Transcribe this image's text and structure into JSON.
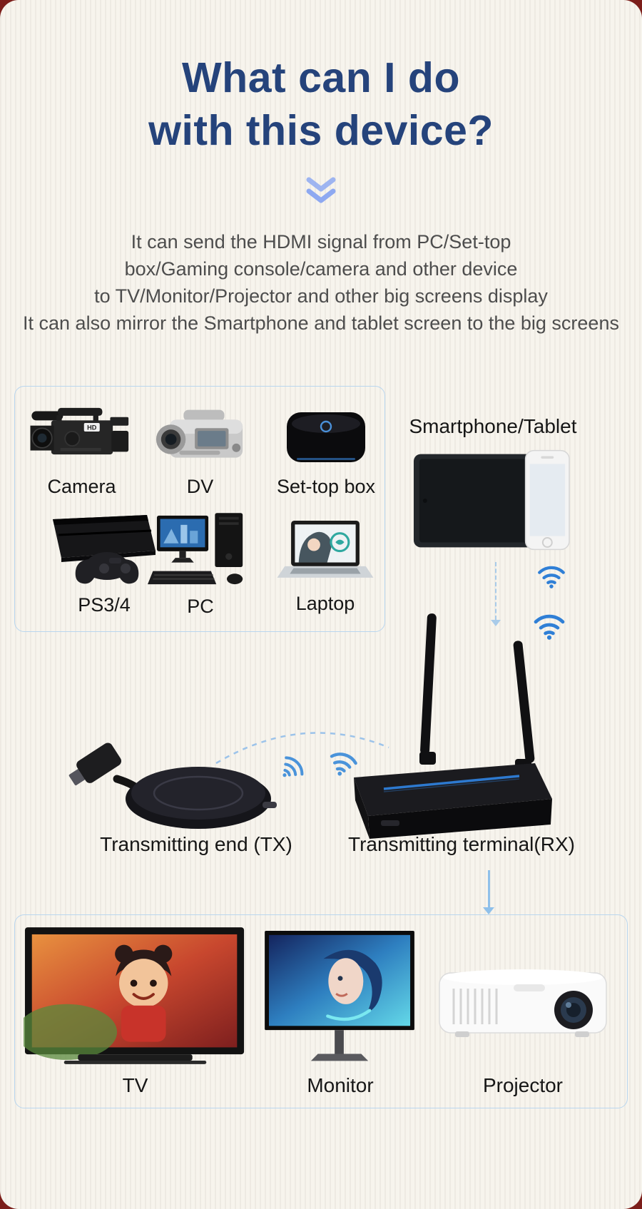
{
  "title": {
    "line1": "What can I do",
    "line2": "with this device?"
  },
  "description": {
    "lines": [
      "It can send the HDMI signal from PC/Set-top",
      "box/Gaming console/camera and other device",
      "to TV/Monitor/Projector and other big screens display",
      "It can also mirror the Smartphone and tablet screen to the big screens"
    ]
  },
  "sources": {
    "items": [
      {
        "label": "Camera",
        "badge": "HD"
      },
      {
        "label": "DV"
      },
      {
        "label": "Set-top box"
      },
      {
        "label": "PS3/4"
      },
      {
        "label": "PC"
      },
      {
        "label": "Laptop"
      }
    ]
  },
  "mobile": {
    "label": "Smartphone/Tablet"
  },
  "transmitters": {
    "tx_label": "Transmitting end (TX)",
    "rx_label": "Transmitting terminal(RX)"
  },
  "displays": {
    "items": [
      {
        "label": "TV"
      },
      {
        "label": "Monitor"
      },
      {
        "label": "Projector"
      }
    ]
  },
  "colors": {
    "title_blue": "#25437b",
    "chevron_blue": "#8ea9f1",
    "wifi_blue": "#2f7fd6",
    "panel_border_blue": "#b9d6ef",
    "arrow_blue": "#8fc0ea",
    "paper_bg": "#f7f4ed",
    "corner_red": "#7c1e1a"
  }
}
